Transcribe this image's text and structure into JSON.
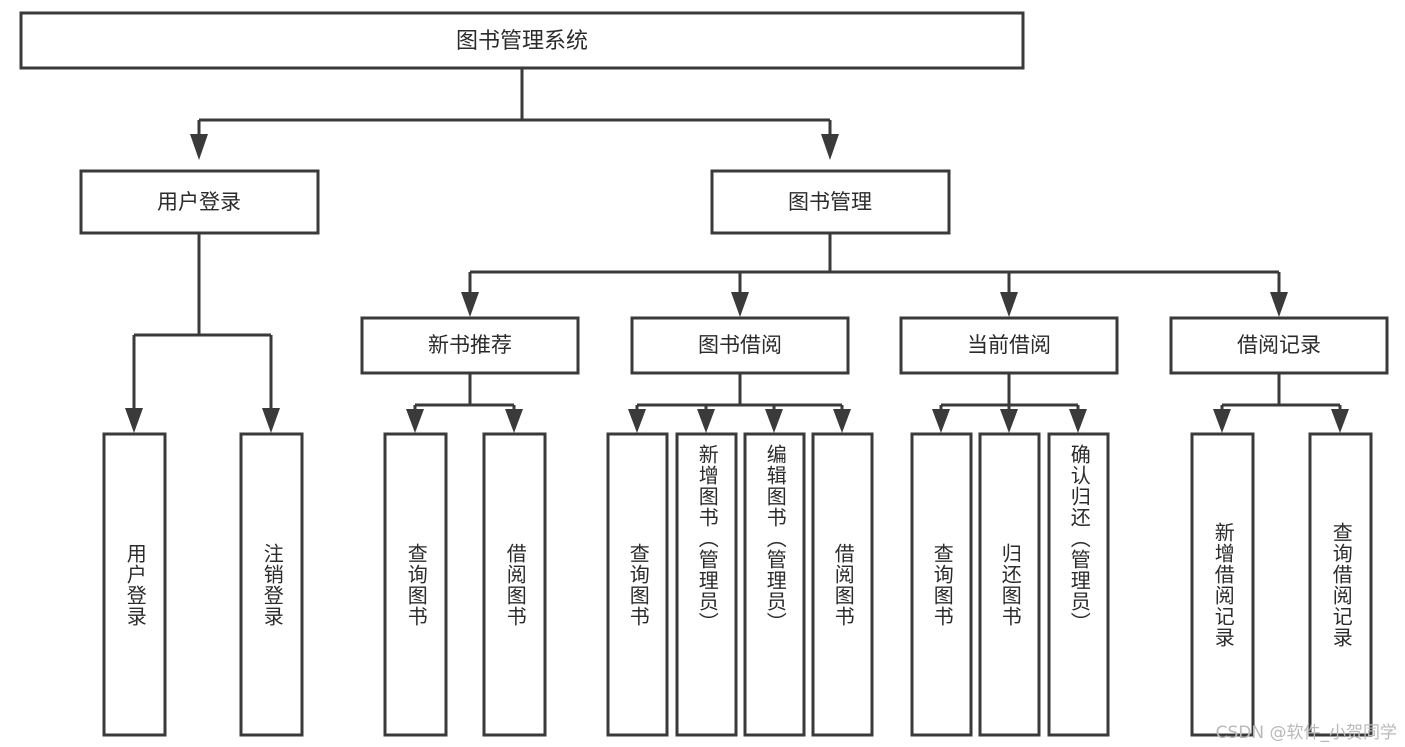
{
  "diagram": {
    "type": "tree-hierarchy",
    "title": "图书管理系统",
    "orientation": "top-down",
    "colors": {
      "background": "#ffffff",
      "box_fill": "#ffffff",
      "box_stroke": "#3a3a3a",
      "text": "#2b2b2b",
      "watermark": "#b9b9b9"
    },
    "root": {
      "label": "图书管理系统"
    },
    "level2": [
      {
        "label": "用户登录"
      },
      {
        "label": "图书管理"
      }
    ],
    "level3": [
      {
        "label": "新书推荐",
        "parent": "图书管理"
      },
      {
        "label": "图书借阅",
        "parent": "图书管理"
      },
      {
        "label": "当前借阅",
        "parent": "图书管理"
      },
      {
        "label": "借阅记录",
        "parent": "图书管理"
      }
    ],
    "leaves": {
      "用户登录": [
        "用户登录",
        "注销登录"
      ],
      "新书推荐": [
        "查询图书",
        "借阅图书"
      ],
      "图书借阅": [
        "查询图书",
        "新增图书（管理员）",
        "编辑图书（管理员）",
        "借阅图书"
      ],
      "当前借阅": [
        "查询图书",
        "归还图书",
        "确认归还（管理员）"
      ],
      "借阅记录": [
        "新增借阅记录",
        "查询借阅记录"
      ]
    }
  },
  "watermark": {
    "text": "CSDN @软件_小贺同学"
  }
}
